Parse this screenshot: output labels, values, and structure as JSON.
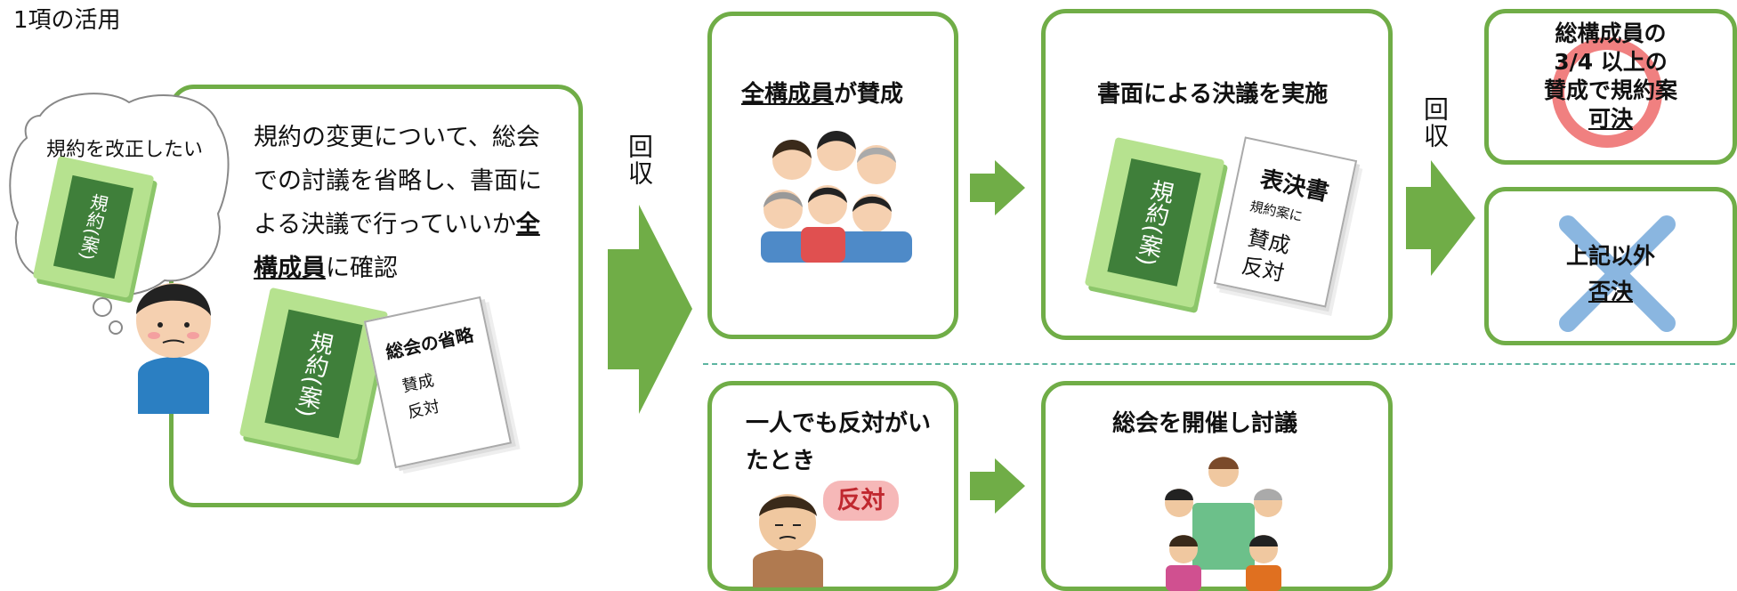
{
  "heading": "1項の活用",
  "left": {
    "thought": "規約を改正したい",
    "book_label": "規約(案)",
    "main_text_part1": "規約の変更について、総会での討議を省略し、書面による決議で行っていいか",
    "main_text_highlight": "全構成員",
    "main_text_part2": "に確認",
    "paper_title": "総会の省略",
    "paper_line1": "賛成",
    "paper_line2": "反対"
  },
  "collect1": "回収",
  "collect2": "回収",
  "top": {
    "all_agree_highlight": "全構成員",
    "all_agree_rest": "が賛成",
    "written_resolution": "書面による決議を実施",
    "ballot_title": "表決書",
    "ballot_sub": "規約案に",
    "ballot_yes": "賛成",
    "ballot_no": "反対",
    "book_label": "規約(案)"
  },
  "result": {
    "pass_line1": "総構成員の",
    "pass_line2": "3/4 以上の",
    "pass_line3": "賛成で規約案",
    "pass_word": "可決",
    "fail_line1": "上記以外",
    "fail_word": "否決"
  },
  "bottom": {
    "objection_text": "一人でも反対がいたとき",
    "objection_badge": "反対",
    "meeting": "総会を開催し討議"
  },
  "colors": {
    "accent_green": "#70ad47",
    "pass_circle": "#f08080",
    "fail_cross": "#8ab6e0"
  }
}
